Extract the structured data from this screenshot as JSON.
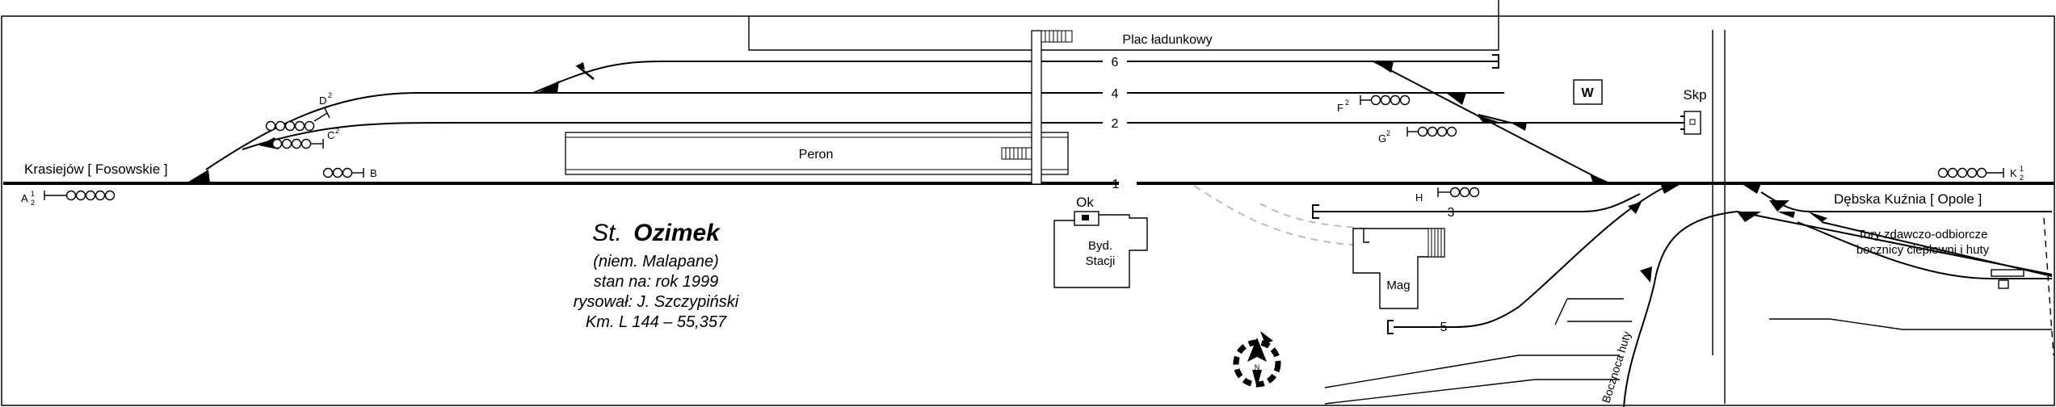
{
  "station": {
    "title_prefix": "St.",
    "title_name": "Ozimek",
    "german_name": "(niem. Malapane)",
    "state": "stan na: rok 1999",
    "author": "rysował: J. Szczypiński",
    "km": "Km. L 144 – 55,357"
  },
  "directions": {
    "west": "Krasiejów [ Fosowskie ]",
    "east": "Dębska Kuźnia [ Opole ]",
    "siding_line1": "Tory zdawczo-odbiorcze",
    "siding_line2": "bocznicy ciepłowni i huty",
    "huta": "Bocznoca huty"
  },
  "tracks": {
    "t1": "1",
    "t2": "2",
    "t3": "3",
    "t4": "4",
    "t5": "5",
    "t6": "6"
  },
  "buildings": {
    "plac": "Plac ładunkowy",
    "peron": "Peron",
    "ok": "Ok",
    "byd1": "Byd.",
    "byd2": "Stacji",
    "mag": "Mag",
    "skp": "Skp",
    "w": "W"
  },
  "signals": {
    "A": "A",
    "A_sup": "1",
    "A_sub": "2",
    "B": "B",
    "C": "C",
    "C_sup": "2",
    "D": "D",
    "D_sup": "2",
    "F": "F",
    "F_sup": "2",
    "G": "G",
    "G_sup": "2",
    "H": "H",
    "K": "K",
    "K_sup": "1",
    "K_sub": "2"
  },
  "compass": {
    "n": "N"
  }
}
